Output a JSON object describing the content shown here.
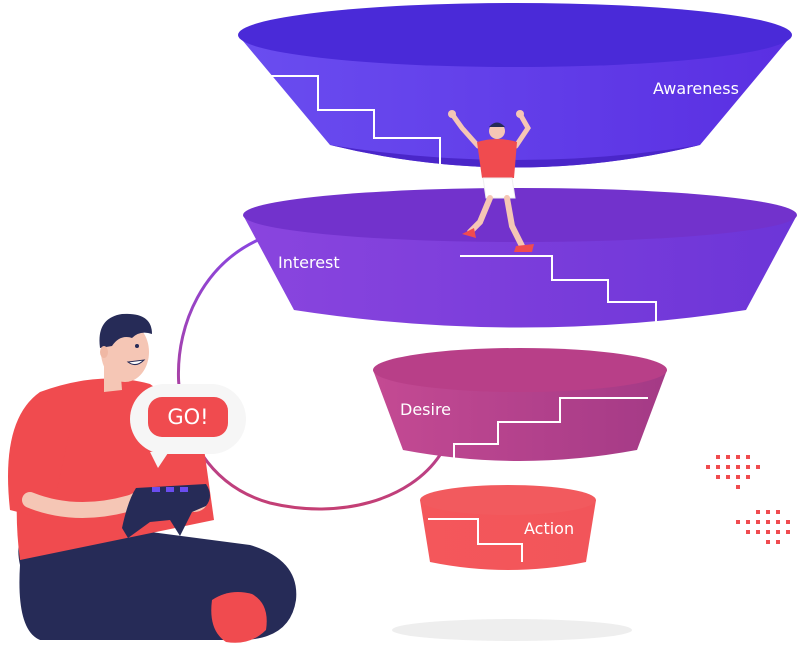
{
  "funnel": {
    "stages": [
      {
        "label": "Awareness",
        "color": "#5a35e6"
      },
      {
        "label": "Interest",
        "color": "#7a3bd8"
      },
      {
        "label": "Desire",
        "color": "#b6408f"
      },
      {
        "label": "Action",
        "color": "#f2555a"
      }
    ]
  },
  "speech_bubble": {
    "text": "GO!"
  },
  "colors": {
    "awareness": "#5a35e6",
    "interest": "#7a3bd8",
    "desire": "#b6408f",
    "action": "#f2555a",
    "accent_red": "#f04b4f",
    "navy": "#262b57"
  },
  "icons": [
    "person-with-gamepad",
    "climbing-person",
    "dot-pattern",
    "speech-bubble",
    "connector-arc"
  ]
}
